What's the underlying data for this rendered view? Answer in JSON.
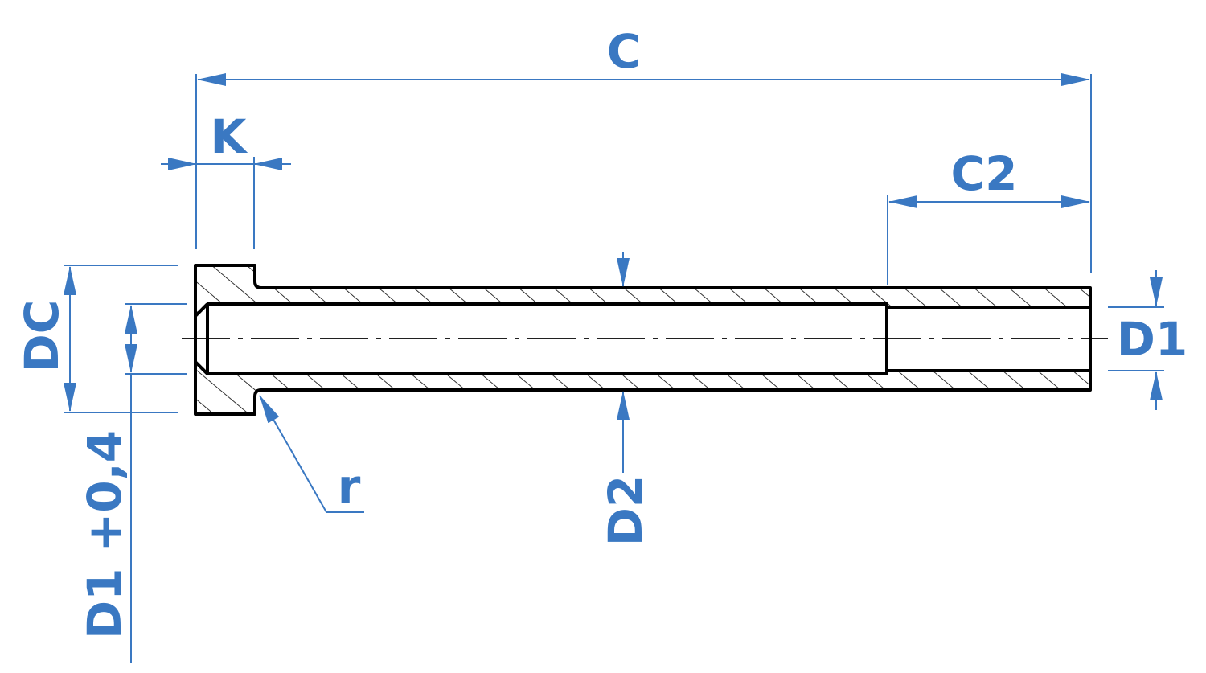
{
  "colors": {
    "dimension": "#3a78c2",
    "outline": "#000000",
    "background": "#ffffff"
  },
  "labels": {
    "overall_length": "C",
    "head_thickness": "K",
    "counterbore_length": "C2",
    "head_diameter": "DC",
    "bore_diameter": "D1 +0,4",
    "radius": "r",
    "outer_diameter": "D2",
    "inner_diameter": "D1"
  }
}
